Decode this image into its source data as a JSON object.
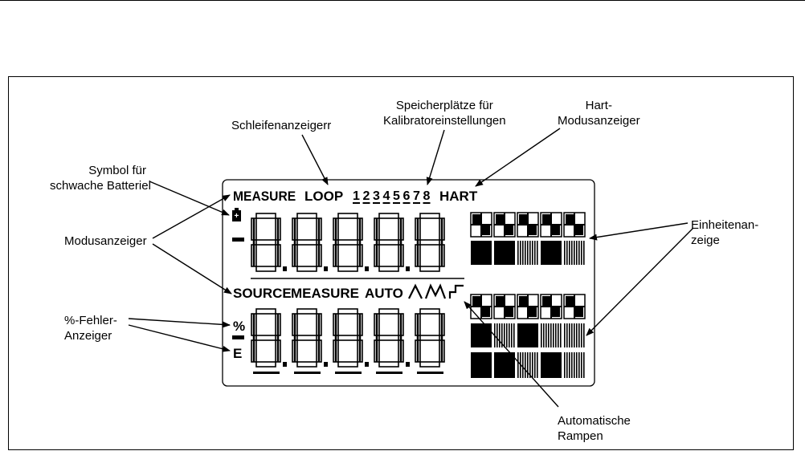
{
  "callouts": {
    "loop": [
      "Schleifenanzeigerr"
    ],
    "memory": [
      "Speicherplätze für",
      "Kalibratoreinstellungen"
    ],
    "hart": [
      "Hart-",
      "Modusanzeiger"
    ],
    "battery": [
      "Symbol für",
      "schwache Batteriel"
    ],
    "mode": [
      "Modusanzeiger"
    ],
    "units": [
      "Einheitenan-",
      "zeige"
    ],
    "error": [
      "%-Fehler-",
      "Anzeiger"
    ],
    "ramp": [
      "Automatische",
      "Rampen"
    ]
  },
  "lcd": {
    "measure": "MEASURE",
    "loop": "LOOP",
    "memory_slots": [
      "1",
      "2",
      "3",
      "4",
      "5",
      "6",
      "7",
      "8"
    ],
    "hart": "HART",
    "source": "SOURCE",
    "measure2": "MEASURE",
    "auto": "AUTO",
    "percent": "%",
    "e": "E",
    "minus": "-",
    "battery_plus": "+",
    "upper_digits": "8.8.8.8.8",
    "lower_digits": "8.8.8.8.8"
  }
}
